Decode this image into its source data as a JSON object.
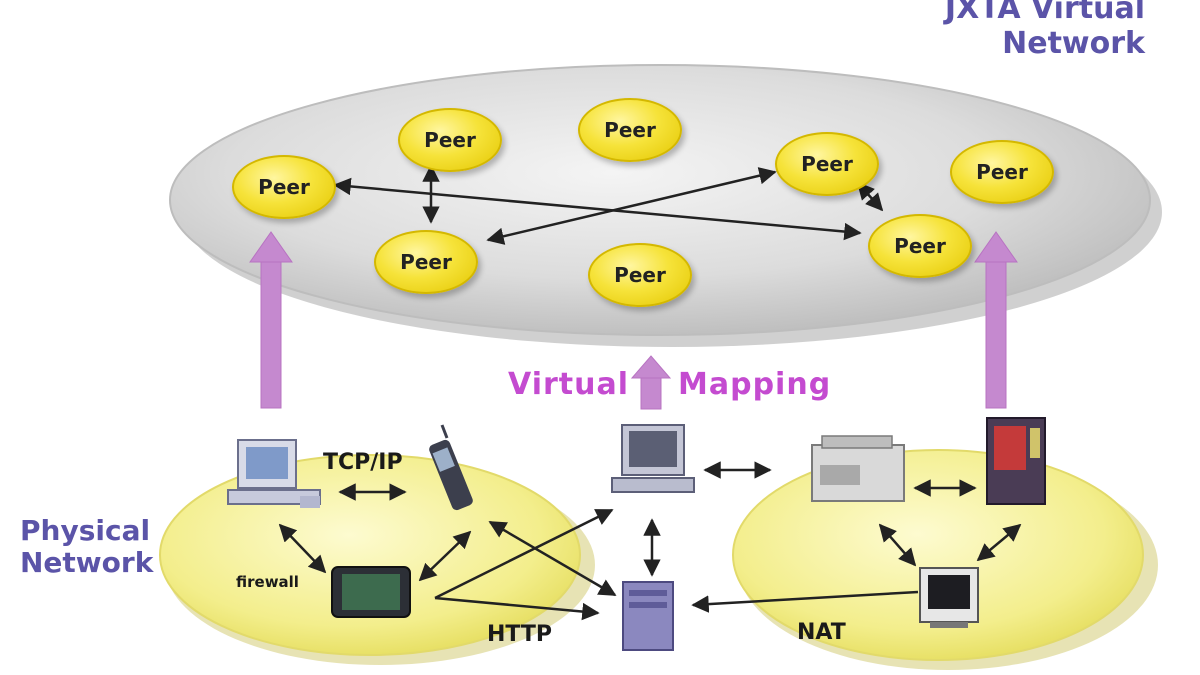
{
  "title": "JXTA Virtual\nNetwork",
  "physical_label": "Physical\nNetwork",
  "mapping": {
    "left": "Virtual",
    "right": "Mapping"
  },
  "protocols": {
    "tcpip": "TCP/IP",
    "http": "HTTP",
    "nat": "NAT",
    "firewall": "firewall"
  },
  "peer_label": "Peer",
  "peers": [
    {
      "id": "p1",
      "label": "Peer"
    },
    {
      "id": "p2",
      "label": "Peer"
    },
    {
      "id": "p3",
      "label": "Peer"
    },
    {
      "id": "p4",
      "label": "Peer"
    },
    {
      "id": "p5",
      "label": "Peer"
    },
    {
      "id": "p6",
      "label": "Peer"
    },
    {
      "id": "p7",
      "label": "Peer"
    },
    {
      "id": "p8",
      "label": "Peer"
    }
  ],
  "colors": {
    "virtual_ellipse": "#dcdcdc",
    "physical_ellipse": "#f7f3a0",
    "mapping_arrow": "#c589cf",
    "peer_fill": "#f6e33a",
    "label_blue": "#5b54a8",
    "label_magenta": "#c44bd0"
  },
  "devices": [
    {
      "name": "desktop-pc-icon"
    },
    {
      "name": "cell-phone-icon"
    },
    {
      "name": "pda-icon"
    },
    {
      "name": "workstation-icon"
    },
    {
      "name": "server-icon"
    },
    {
      "name": "printer-copier-icon"
    },
    {
      "name": "vending-machine-icon"
    },
    {
      "name": "tv-set-icon"
    }
  ]
}
